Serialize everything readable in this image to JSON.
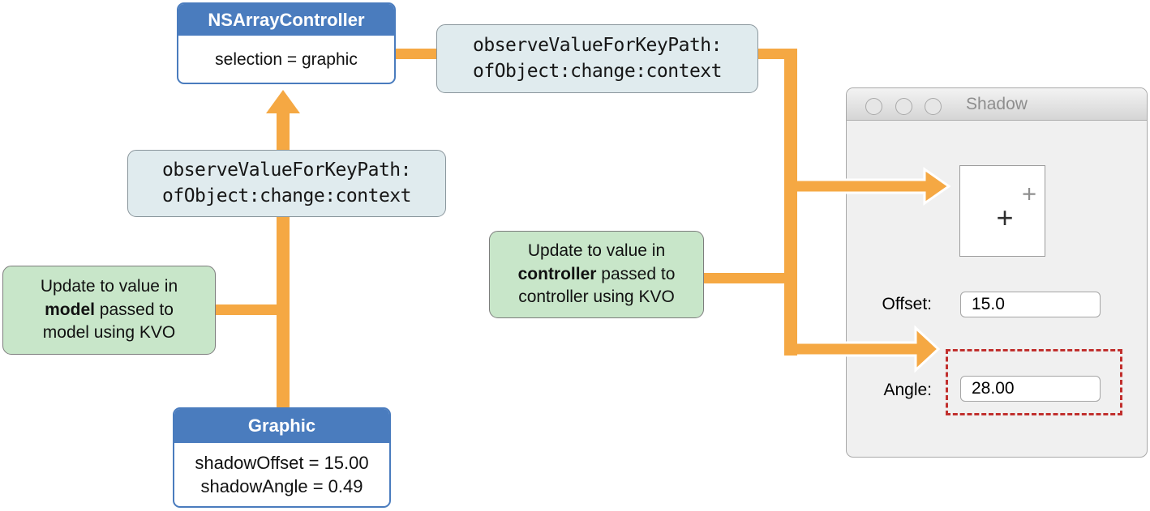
{
  "colors": {
    "arrow_orange": "#f5a843",
    "class_header_blue": "#4a7cbe",
    "note_green": "#c8e6c9",
    "code_box_blue": "#e0ebee",
    "highlight_red": "#c1302e"
  },
  "nodes": {
    "controller_box": {
      "title": "NSArrayController",
      "body": "selection = graphic"
    },
    "observe_top": {
      "line1": "observeValueForKeyPath:",
      "line2": "ofObject:change:context"
    },
    "observe_mid": {
      "line1": "observeValueForKeyPath:",
      "line2": "ofObject:change:context"
    },
    "note_model": {
      "line1": "Update to value in",
      "bold": "model",
      "line2_rest": " passed to",
      "line3": "model using KVO"
    },
    "note_controller": {
      "line1": "Update to value in",
      "bold": "controller",
      "line2_rest": " passed to",
      "line3": "controller using KVO"
    },
    "graphic_box": {
      "title": "Graphic",
      "line1": "shadowOffset = 15.00",
      "line2": "shadowAngle = 0.49"
    }
  },
  "window": {
    "title": "Shadow",
    "canvas": {
      "plus": "+"
    },
    "offset_label": "Offset:",
    "offset_value": "15.0",
    "angle_label": "Angle:",
    "angle_value": "28.00"
  }
}
